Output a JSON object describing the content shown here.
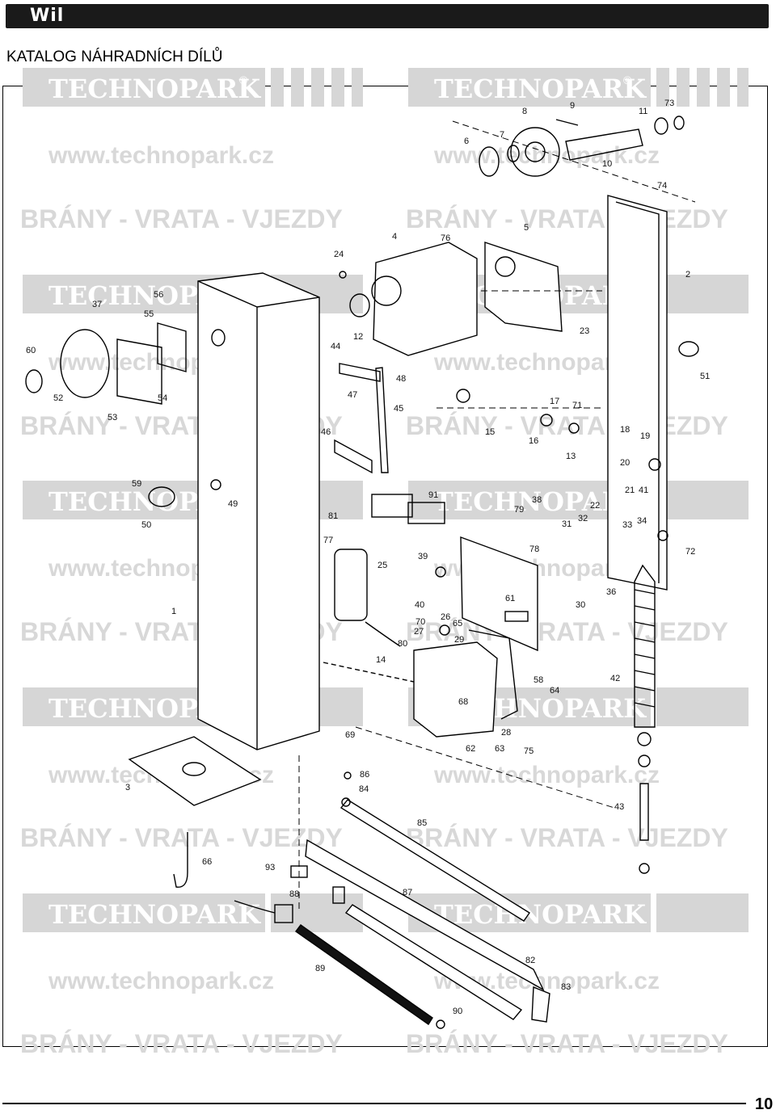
{
  "header": {
    "brand": "Wil"
  },
  "page_title": "KATALOG NÁHRADNÍCH DÍLŮ",
  "watermark": {
    "brand": "TECHNOPARK",
    "registered": "®",
    "url": "www.technopark.cz",
    "tagline": "BRÁNY - VRATA - VJEZDY"
  },
  "part_numbers": [
    "1",
    "2",
    "3",
    "4",
    "5",
    "6",
    "7",
    "8",
    "9",
    "10",
    "11",
    "12",
    "13",
    "14",
    "15",
    "16",
    "17",
    "18",
    "19",
    "20",
    "21",
    "22",
    "23",
    "24",
    "25",
    "26",
    "27",
    "28",
    "29",
    "30",
    "31",
    "32",
    "33",
    "34",
    "36",
    "37",
    "38",
    "39",
    "40",
    "41",
    "42",
    "43",
    "44",
    "45",
    "46",
    "47",
    "48",
    "49",
    "50",
    "51",
    "52",
    "53",
    "54",
    "55",
    "56",
    "58",
    "59",
    "60",
    "61",
    "62",
    "63",
    "64",
    "65",
    "66",
    "68",
    "69",
    "70",
    "71",
    "72",
    "73",
    "74",
    "75",
    "76",
    "77",
    "78",
    "79",
    "80",
    "81",
    "82",
    "83",
    "84",
    "85",
    "86",
    "87",
    "88",
    "89",
    "90",
    "91",
    "93"
  ],
  "colors": {
    "bar": "#1a1a1a",
    "watermark_band": "#d6d6d6",
    "watermark_text": "#d8d8d8",
    "line": "#000000"
  },
  "footer": {
    "page_number": "10"
  }
}
